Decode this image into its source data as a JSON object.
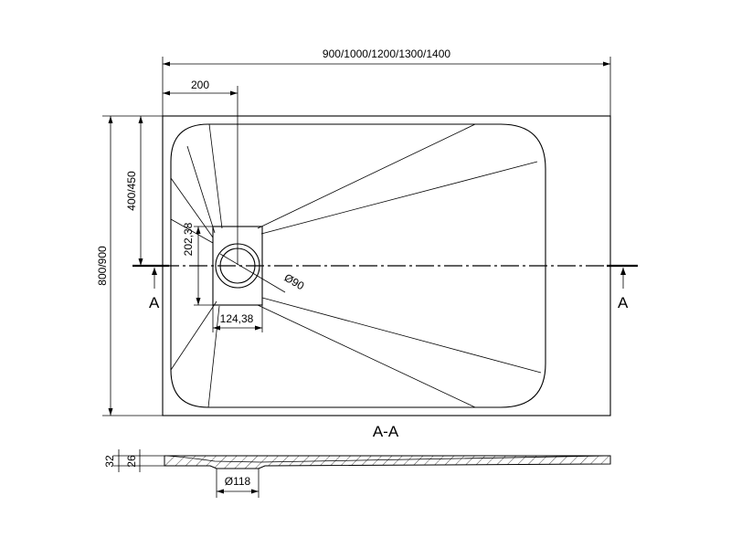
{
  "dimensions": {
    "overall_width": "900/1000/1200/1300/1400",
    "drain_offset_x": "200",
    "overall_depth": "800/900",
    "drain_offset_y": "400/450",
    "grate_height": "202,38",
    "grate_width": "124,38",
    "drain_diameter": "Ø90",
    "total_thickness": "32",
    "edge_thickness": "26",
    "outlet_diameter": "Ø118"
  },
  "section": {
    "marker_left": "A",
    "marker_right": "A",
    "title": "A-A"
  }
}
